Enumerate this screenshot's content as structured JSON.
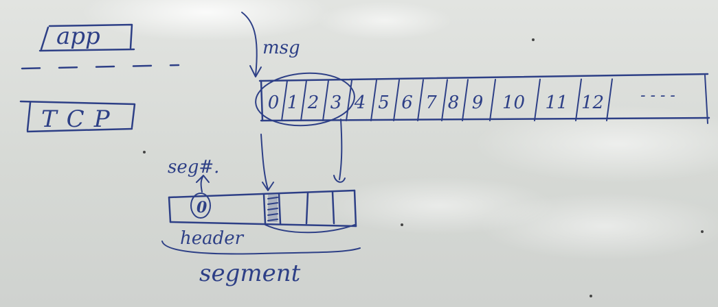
{
  "labels": {
    "app": "app",
    "tcp": "TCP",
    "msg": "msg",
    "seq": "seg#.",
    "seq_value": "0",
    "header": "header",
    "segment": "segment"
  },
  "byte_cells": [
    "0",
    "1",
    "2",
    "3",
    "4",
    "5",
    "6",
    "7",
    "8",
    "9",
    "10",
    "11",
    "12",
    "- - - -"
  ],
  "colors": {
    "ink": "#2d3f86",
    "board": "#d9dcd8"
  }
}
